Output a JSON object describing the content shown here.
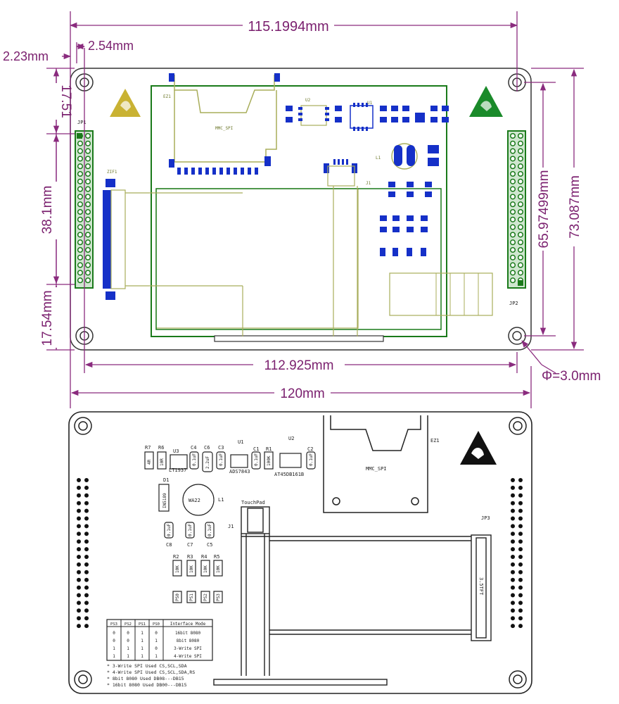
{
  "colors": {
    "dimension": "#8a2b7e",
    "board_outline": "#222222",
    "pcb_green": "#1a7a1a",
    "pad_blue": "#1530c8",
    "silk_olive": "#a8ad5a",
    "warning_yellow": "#b8a020",
    "warning_green": "#1a8a2a"
  },
  "top_view": {
    "dimensions": {
      "inner_hole_span": "115.1994mm",
      "edge_to_header": "2.23mm",
      "pin_pitch": "2.54mm",
      "top_to_header": "17.51",
      "header_length": "38.1mm",
      "bottom_to_header": "17.54mm",
      "hole_to_hole_vertical": "65.97499mm",
      "board_height": "73.087mm",
      "hole_to_hole_horizontal": "112.925mm",
      "board_width": "120mm",
      "hole_diameter": "Φ=3.0mm"
    },
    "labels": {
      "jp1": "JP1",
      "jp2": "JP2",
      "ez1": "EZ1",
      "mmc": "MMC_SPI",
      "u1": "U1",
      "u2": "U2",
      "l1": "L1",
      "j1": "J1",
      "zif": "ZIF1"
    }
  },
  "bottom_view": {
    "components": {
      "r7": "R7",
      "r6": "R6",
      "u3": "U3",
      "c4": "C4",
      "c6": "C6",
      "c3": "C3",
      "u1": "U1",
      "c1": "C1",
      "r1": "R1",
      "u2": "U2",
      "c2": "C2",
      "ez1": "EZ1",
      "mmc": "MMC_SPI",
      "d1": "D1",
      "l1": "L1",
      "wa22": "WA22",
      "in5189": "IN5189",
      "touchpad": "TouchPad",
      "j1": "J1",
      "jp3": "JP3",
      "tft": "3.5TFT",
      "lt1937": "LT1937",
      "ads7843": "ADS7843",
      "at45db161b": "AT45DB161B",
      "val_4r": "4R",
      "val_10r": "10R",
      "val_01uf": "0.1uF",
      "val_22uf": "2.2uF",
      "val_100k": "100K",
      "val_10k": "10K",
      "c8": "C8",
      "c7": "C7",
      "c5": "C5",
      "r2": "R2",
      "r3": "R3",
      "r4": "R4",
      "r5": "R5",
      "ps0": "PS0",
      "ps1": "PS1",
      "ps2": "PS2",
      "ps3": "PS3"
    },
    "mode_table": {
      "headers": [
        "PS3",
        "PS2",
        "PS1",
        "PS0",
        "Interface Mode"
      ],
      "rows": [
        [
          "0",
          "0",
          "1",
          "0",
          "16bit 8080"
        ],
        [
          "0",
          "0",
          "1",
          "1",
          "8bit 8080"
        ],
        [
          "1",
          "1",
          "1",
          "0",
          "3-Write SPI"
        ],
        [
          "1",
          "1",
          "1",
          "1",
          "4-Write SPI"
        ]
      ]
    },
    "notes": [
      "* 3-Write SPI Used CS,SCL,SDA",
      "* 4-Write SPI Used CS,SCL,SDA,RS",
      "* 8bit 8080 Used DB08---DB15",
      "* 16bit 8080 Used DB00---DB15"
    ]
  }
}
